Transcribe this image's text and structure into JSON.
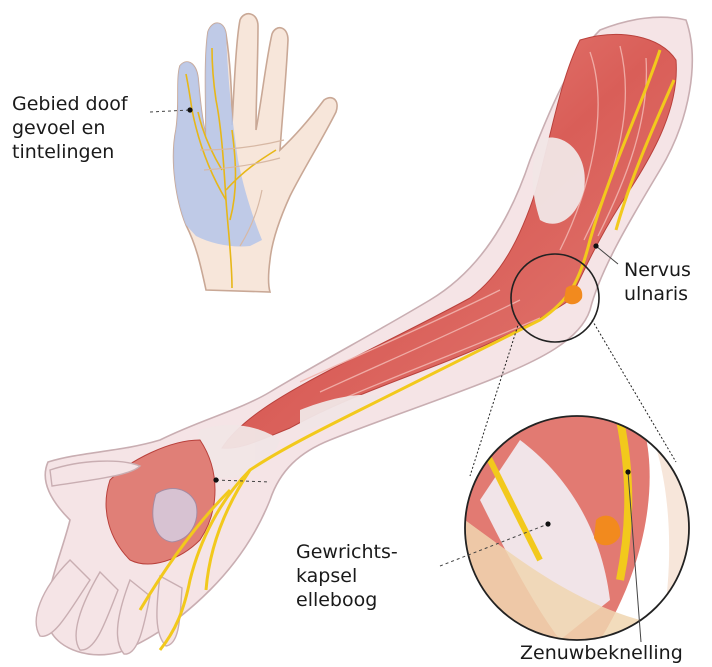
{
  "labels": {
    "hand_area": [
      "Gebied doof",
      "gevoel en",
      "tintelingen"
    ],
    "ulnar_nerve": [
      "Nervus",
      "ulnaris"
    ],
    "joint_capsule": [
      "Gewrichts-",
      "kapsel",
      "elleboog"
    ],
    "nerve_entrapment": [
      "Zenuwbeknelling"
    ]
  },
  "colors": {
    "muscle": "#d9625c",
    "muscle_light": "#ef9a92",
    "tendon": "#f1e6e6",
    "nerve": "#f2c91c",
    "numb_area": "#b8c7e8",
    "skin": "#f7e6da",
    "inflamed": "#f28a1e"
  }
}
